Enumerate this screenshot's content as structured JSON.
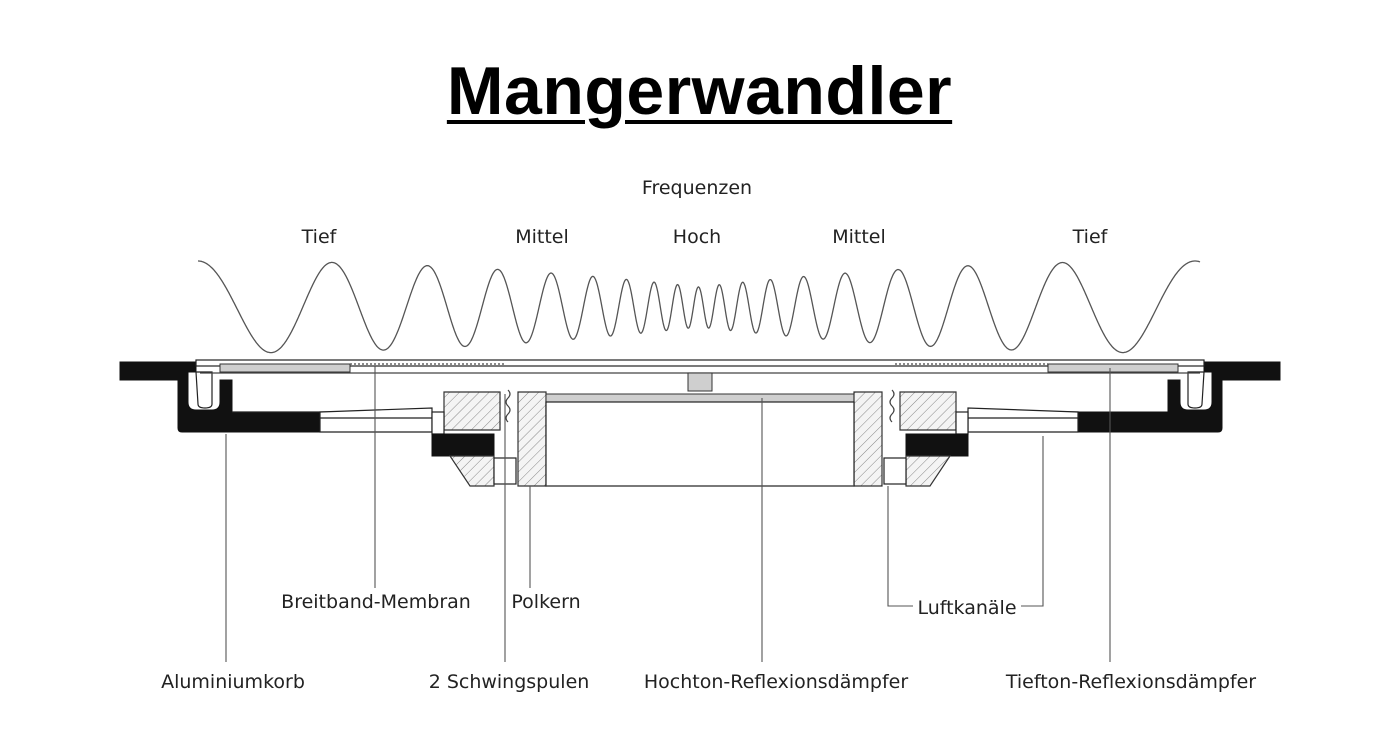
{
  "title": "Mangerwandler",
  "frequency": {
    "heading": "Frequenzen",
    "bands": {
      "low_left": "Tief",
      "mid_left": "Mittel",
      "high": "Hoch",
      "mid_right": "Mittel",
      "low_right": "Tief"
    }
  },
  "labels": {
    "breitband_membran": "Breitband-Membran",
    "polkern": "Polkern",
    "luftkanaele": "Luftkanäle",
    "aluminiumkorb": "Aluminiumkorb",
    "schwingspulen": "2 Schwingspulen",
    "hochton_daempfer": "Hochton-Reflexionsdämpfer",
    "tiefton_daempfer": "Tiefton-Reflexionsdämpfer"
  }
}
